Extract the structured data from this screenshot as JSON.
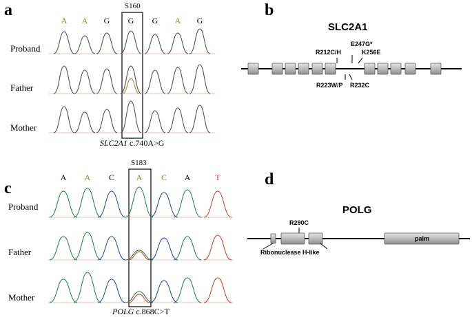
{
  "panels": {
    "a": {
      "letter": "a",
      "site_label": "S160",
      "bases": [
        {
          "letter": "A",
          "color": "#8a8a2a"
        },
        {
          "letter": "A",
          "color": "#8a8a2a"
        },
        {
          "letter": "G",
          "color": "#000000"
        },
        {
          "letter": "G",
          "color": "#000000"
        },
        {
          "letter": "G",
          "color": "#000000"
        },
        {
          "letter": "A",
          "color": "#8a8a2a"
        },
        {
          "letter": "G",
          "color": "#000000"
        }
      ],
      "rows": [
        "Proband",
        "Father",
        "Mother"
      ],
      "caption_gene": "SLC2A1",
      "caption_variant": " c.740A>G"
    },
    "b": {
      "letter": "b",
      "title": "SLC2A1",
      "mutations_above": [
        "R212C/H",
        "E247G*",
        "K256E"
      ],
      "mutations_below": [
        "R223W/P",
        "R232C"
      ]
    },
    "c": {
      "letter": "c",
      "site_label": "S183",
      "bases": [
        {
          "letter": "A",
          "color": "#000000"
        },
        {
          "letter": "A",
          "color": "#8a8a2a"
        },
        {
          "letter": "C",
          "color": "#000000"
        },
        {
          "letter": "A",
          "color": "#8a8a2a"
        },
        {
          "letter": "C",
          "color": "#8a8a2a"
        },
        {
          "letter": "A",
          "color": "#000000"
        },
        {
          "letter": "T",
          "color": "#c0392b"
        }
      ],
      "rows": [
        "Proband",
        "Father",
        "Mother"
      ],
      "caption_gene": "POLG",
      "caption_variant": " c.868C>T"
    },
    "d": {
      "letter": "d",
      "title": "POLG",
      "mutation": "R290C",
      "domain_label": "Ribonuclease H-like",
      "palm_label": "palm"
    }
  }
}
